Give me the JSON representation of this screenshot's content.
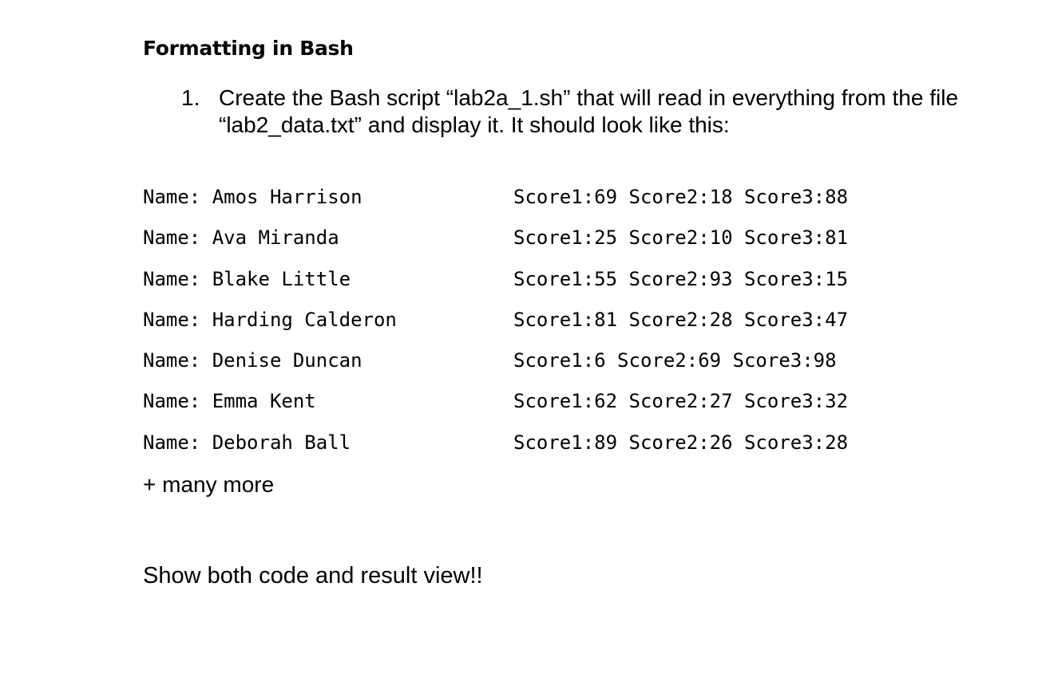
{
  "heading": "Formatting in Bash",
  "task": {
    "number": "1.",
    "text": "Create the Bash script “lab2a_1.sh” that will read in everything from the file\n“lab2_data.txt” and display it. It should look like this:"
  },
  "output_lines": [
    {
      "name": "Name: Amos Harrison",
      "scores": "Score1:69 Score2:18 Score3:88"
    },
    {
      "name": "Name: Ava Miranda",
      "scores": "Score1:25 Score2:10 Score3:81"
    },
    {
      "name": "Name: Blake Little",
      "scores": "Score1:55 Score2:93 Score3:15"
    },
    {
      "name": "Name: Harding Calderon",
      "scores": "Score1:81 Score2:28 Score3:47"
    },
    {
      "name": "Name: Denise Duncan",
      "scores": "Score1:6 Score2:69 Score3:98"
    },
    {
      "name": "Name: Emma Kent",
      "scores": "Score1:62 Score2:27 Score3:32"
    },
    {
      "name": "Name: Deborah Ball",
      "scores": "Score1:89 Score2:26 Score3:28"
    }
  ],
  "more_note": "+ many more",
  "closing": "Show both code and result view!!"
}
